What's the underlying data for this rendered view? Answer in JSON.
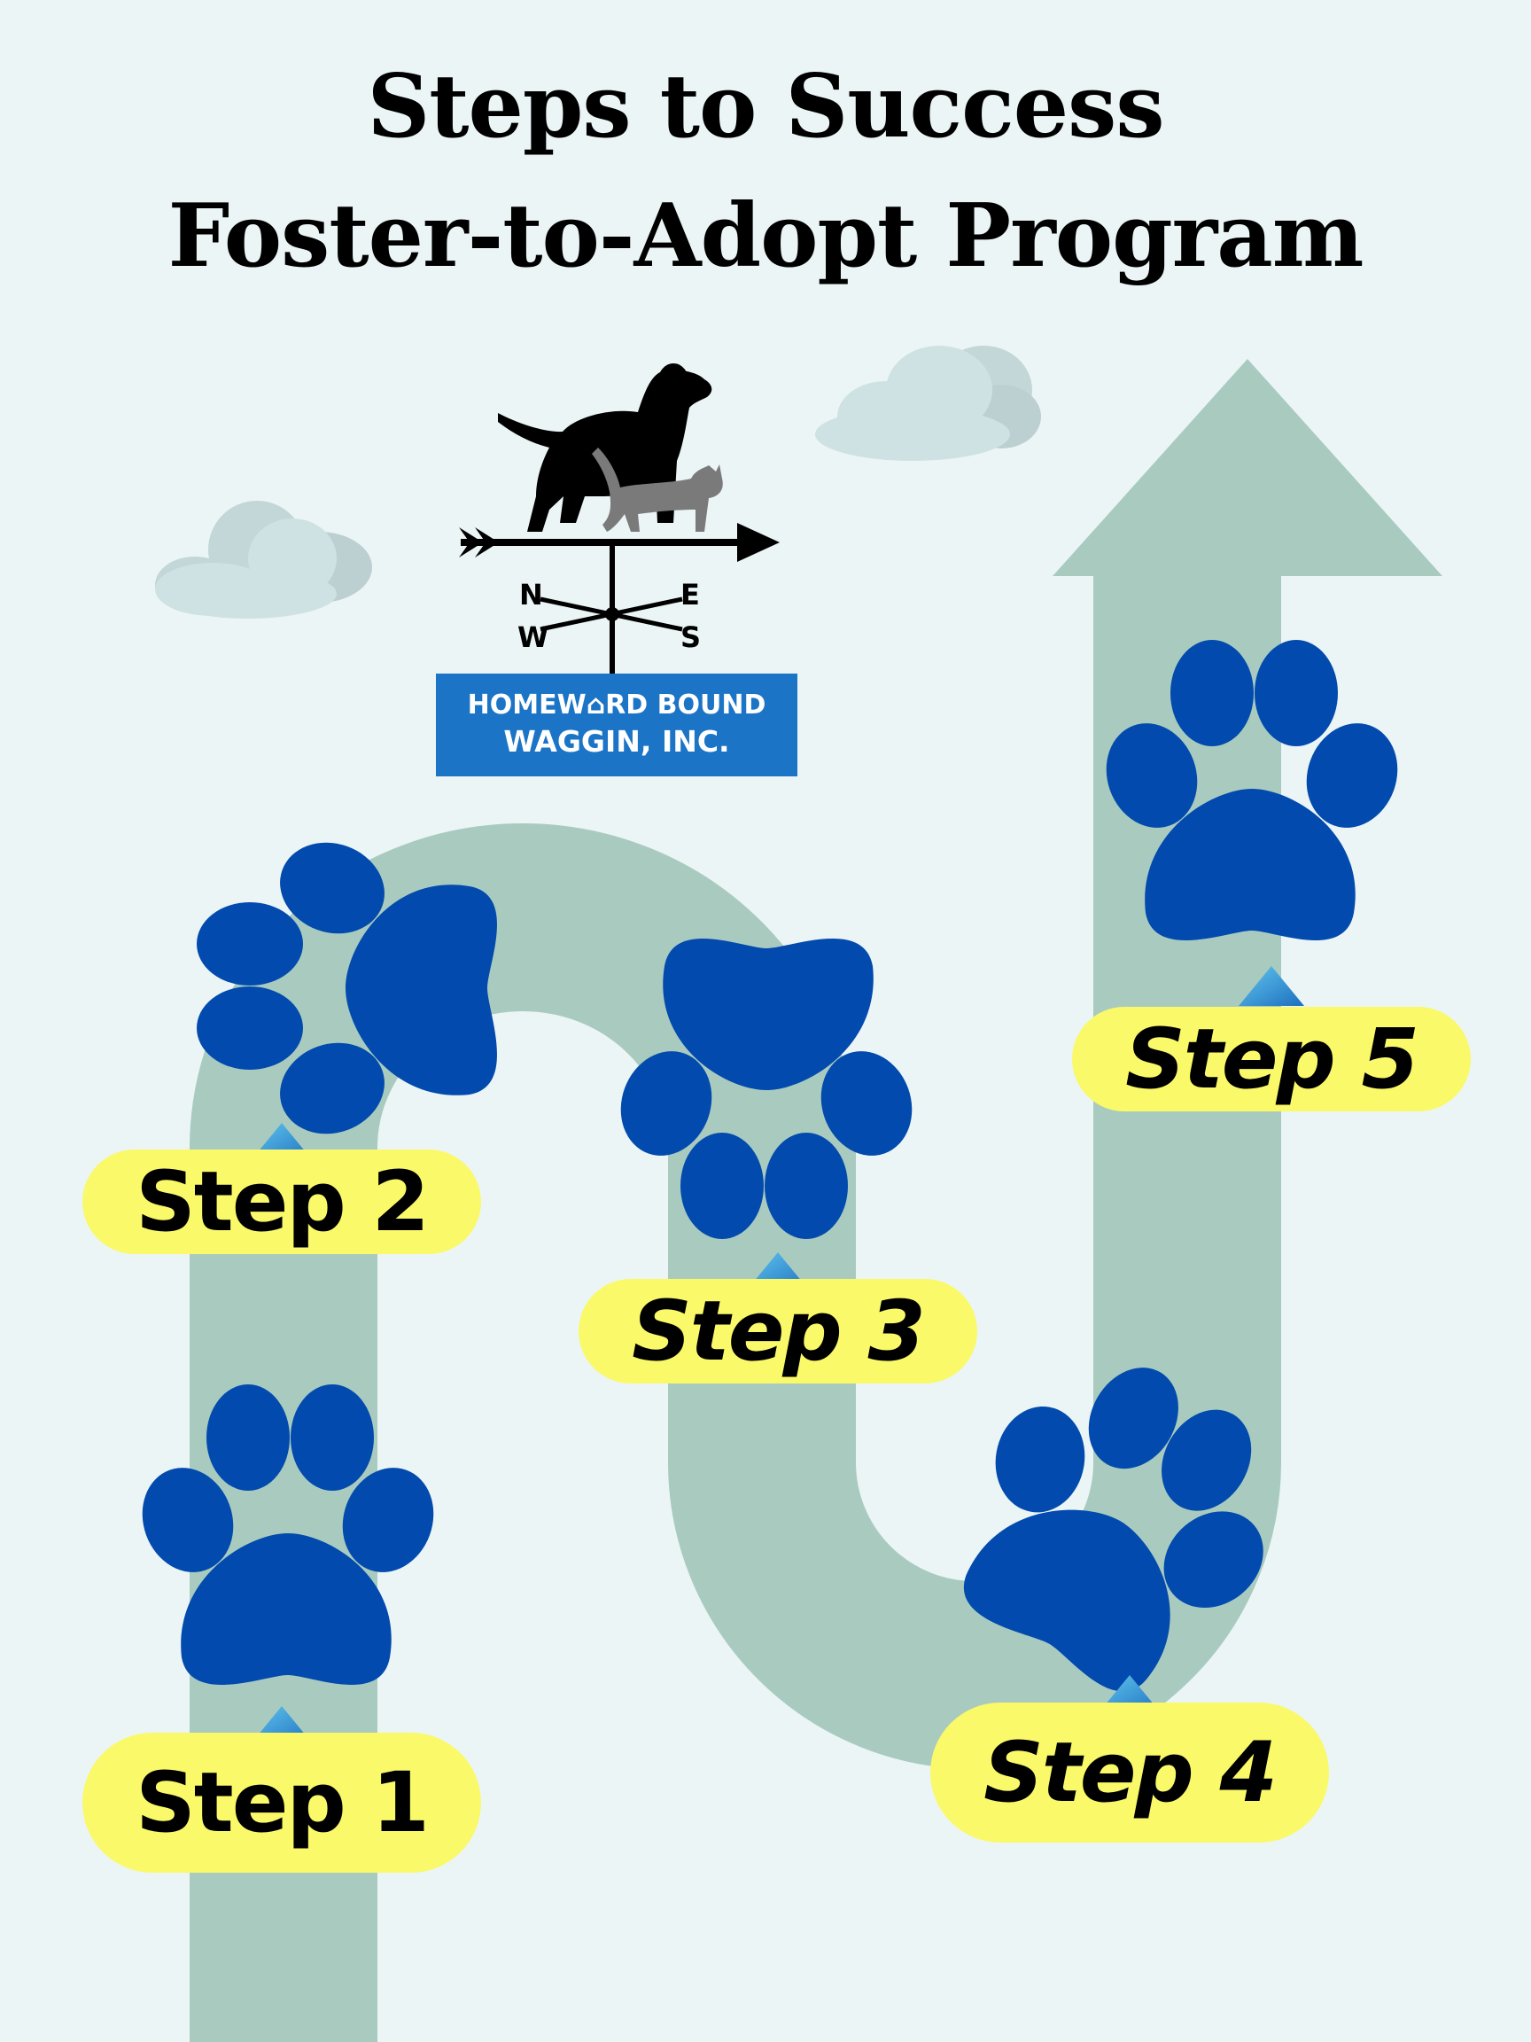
{
  "title": {
    "line1": "Steps to Success",
    "line2": "Foster-to-Adopt Program"
  },
  "logo": {
    "organization_line1": "HOMEW⌂RD BOUND",
    "organization_line2": "WAGGIN, INC.",
    "compass": {
      "n": "N",
      "e": "E",
      "w": "W",
      "s": "S"
    }
  },
  "steps": [
    {
      "label": "Step 1"
    },
    {
      "label": "Step 2"
    },
    {
      "label": "Step 3"
    },
    {
      "label": "Step 4"
    },
    {
      "label": "Step 5"
    }
  ],
  "colors": {
    "background": "#ebf5f6",
    "path": "#a9cbbf",
    "paw": "#024aad",
    "pill": "#faf96a",
    "marker": "#2ea0d8",
    "cloud": "#cfe2e3",
    "logo_bar": "#1b74c6"
  },
  "icons": [
    "dog-icon",
    "cat-icon",
    "weathervane-icon",
    "paw-icon",
    "cloud-icon",
    "arrow-up-icon",
    "triangle-marker-icon"
  ]
}
